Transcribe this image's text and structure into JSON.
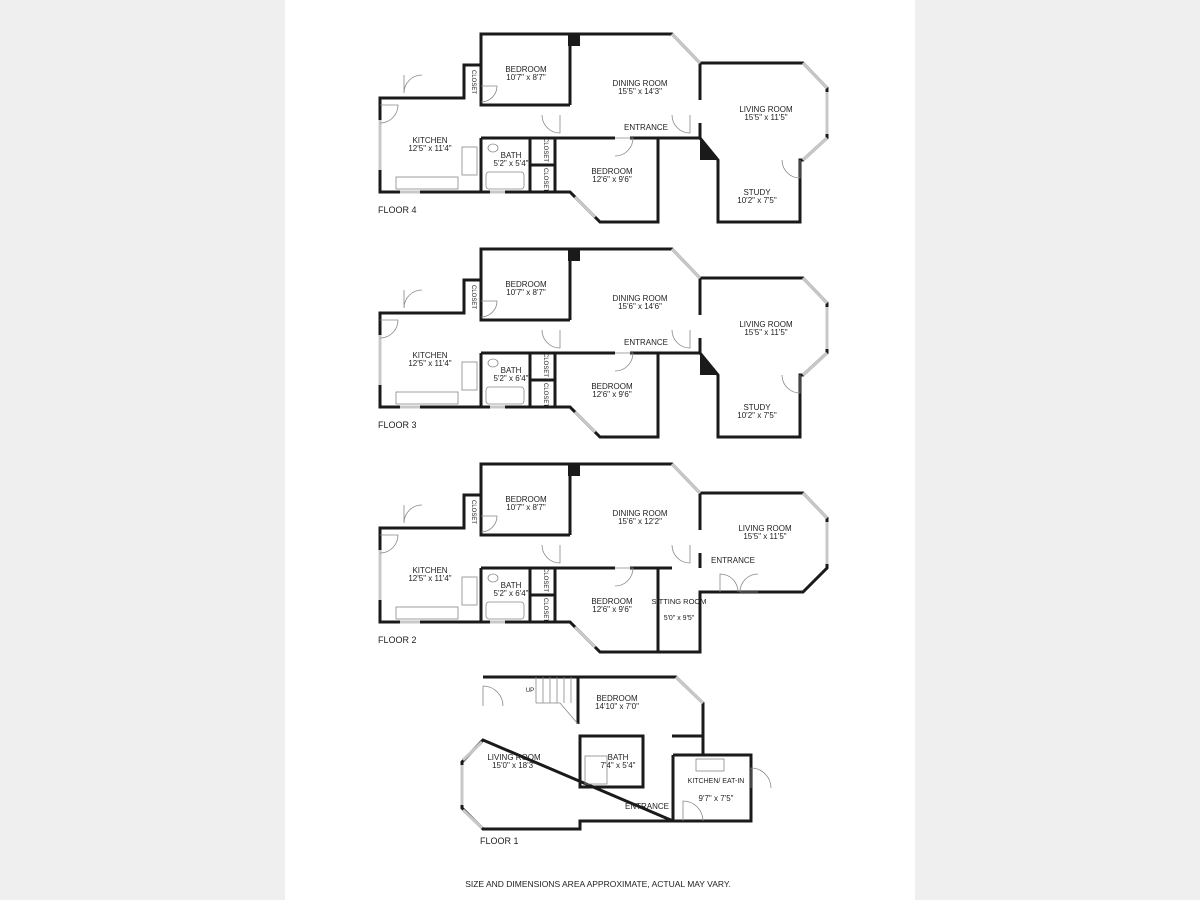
{
  "floors": [
    {
      "label": "FLOOR 4",
      "rooms": [
        {
          "name": "BEDROOM",
          "dims": "10'7\" x 8'7\""
        },
        {
          "name": "DINING ROOM",
          "dims": "15'5\" x 14'3\""
        },
        {
          "name": "LIVING ROOM",
          "dims": "15'5\" x 11'5\""
        },
        {
          "name": "KITCHEN",
          "dims": "12'5\" x 11'4\""
        },
        {
          "name": "BATH",
          "dims": "5'2\" x 5'4\""
        },
        {
          "name": "BEDROOM",
          "dims": "12'6\" x 9'6\""
        },
        {
          "name": "STUDY",
          "dims": "10'2\" x 7'5\""
        }
      ],
      "entrance": "ENTRANCE",
      "closets": [
        "CLOSET",
        "CLOSET",
        "CLOSET"
      ]
    },
    {
      "label": "FLOOR 3",
      "rooms": [
        {
          "name": "BEDROOM",
          "dims": "10'7\" x 8'7\""
        },
        {
          "name": "DINING ROOM",
          "dims": "15'6\" x 14'6\""
        },
        {
          "name": "LIVING ROOM",
          "dims": "15'5\" x 11'5\""
        },
        {
          "name": "KITCHEN",
          "dims": "12'5\" x 11'4\""
        },
        {
          "name": "BATH",
          "dims": "5'2\" x 6'4\""
        },
        {
          "name": "BEDROOM",
          "dims": "12'6\" x 9'6\""
        },
        {
          "name": "STUDY",
          "dims": "10'2\" x 7'5\""
        }
      ],
      "entrance": "ENTRANCE",
      "closets": [
        "CLOSET",
        "CLOSET",
        "CLOSET"
      ]
    },
    {
      "label": "FLOOR 2",
      "rooms": [
        {
          "name": "BEDROOM",
          "dims": "10'7\" x 8'7\""
        },
        {
          "name": "DINING ROOM",
          "dims": "15'6\" x 12'2\""
        },
        {
          "name": "LIVING ROOM",
          "dims": "15'5\" x 11'5\""
        },
        {
          "name": "KITCHEN",
          "dims": "12'5\" x 11'4\""
        },
        {
          "name": "BATH",
          "dims": "5'2\" x 6'4\""
        },
        {
          "name": "BEDROOM",
          "dims": "12'6\" x 9'6\""
        },
        {
          "name": "SITTING ROOM",
          "dims": "5'0\" x 9'5\""
        }
      ],
      "entrance": "ENTRANCE",
      "closets": [
        "CLOSET",
        "CLOSET",
        "CLOSET"
      ]
    },
    {
      "label": "FLOOR 1",
      "rooms": [
        {
          "name": "BEDROOM",
          "dims": "14'10\" x 7'0\""
        },
        {
          "name": "LIVING ROOM",
          "dims": "15'0\" x 18'3\""
        },
        {
          "name": "BATH",
          "dims": "7'4\" x 5'4\""
        },
        {
          "name": "KITCHEN/ EAT-IN",
          "dims": "9'7\" x 7'5\""
        }
      ],
      "entrance": "ENTRANCE",
      "stairs": "UP"
    }
  ],
  "disclaimer": "SIZE AND DIMENSIONS AREA APPROXIMATE, ACTUAL MAY VARY."
}
